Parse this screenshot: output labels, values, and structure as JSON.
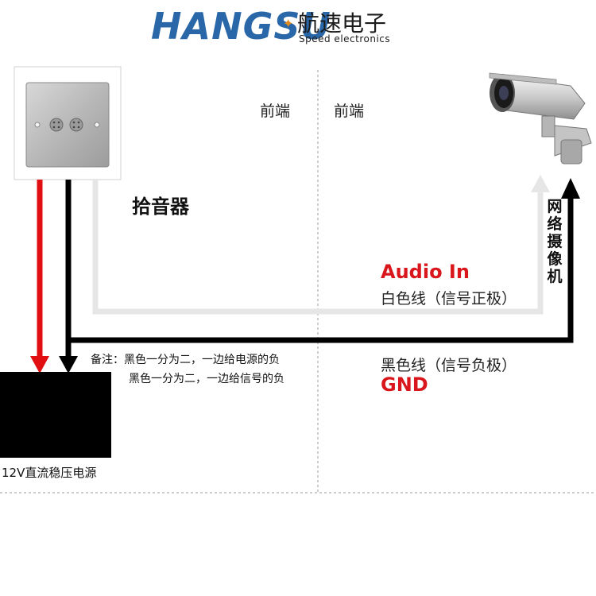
{
  "header": {
    "logo_word": "HANGSU",
    "logo_cn": "航速电子",
    "logo_en": "Speed electronics",
    "logo_star": "✦"
  },
  "labels": {
    "front_left": "前端",
    "front_right": "前端",
    "microphone": "拾音器",
    "audio_in": "Audio In",
    "white_wire": "白色线（信号正极）",
    "black_wire": "黑色线（信号负极）",
    "gnd": "GND",
    "camera_vertical": "网络摄像机",
    "note_line1": "备注：黑色一分为二，一边给电源的负",
    "note_line2": "黑色一分为二，一边给信号的负",
    "psu": "12V直流稳压电源"
  },
  "colors": {
    "red_wire": "#e10e12",
    "black_wire": "#000000",
    "white_wire": "#e6e6e6",
    "accent_red": "#d9161c",
    "logo_blue": "#2a67a8"
  },
  "icons": {
    "microphone": "microphone-panel-icon",
    "camera": "cctv-camera-icon"
  }
}
